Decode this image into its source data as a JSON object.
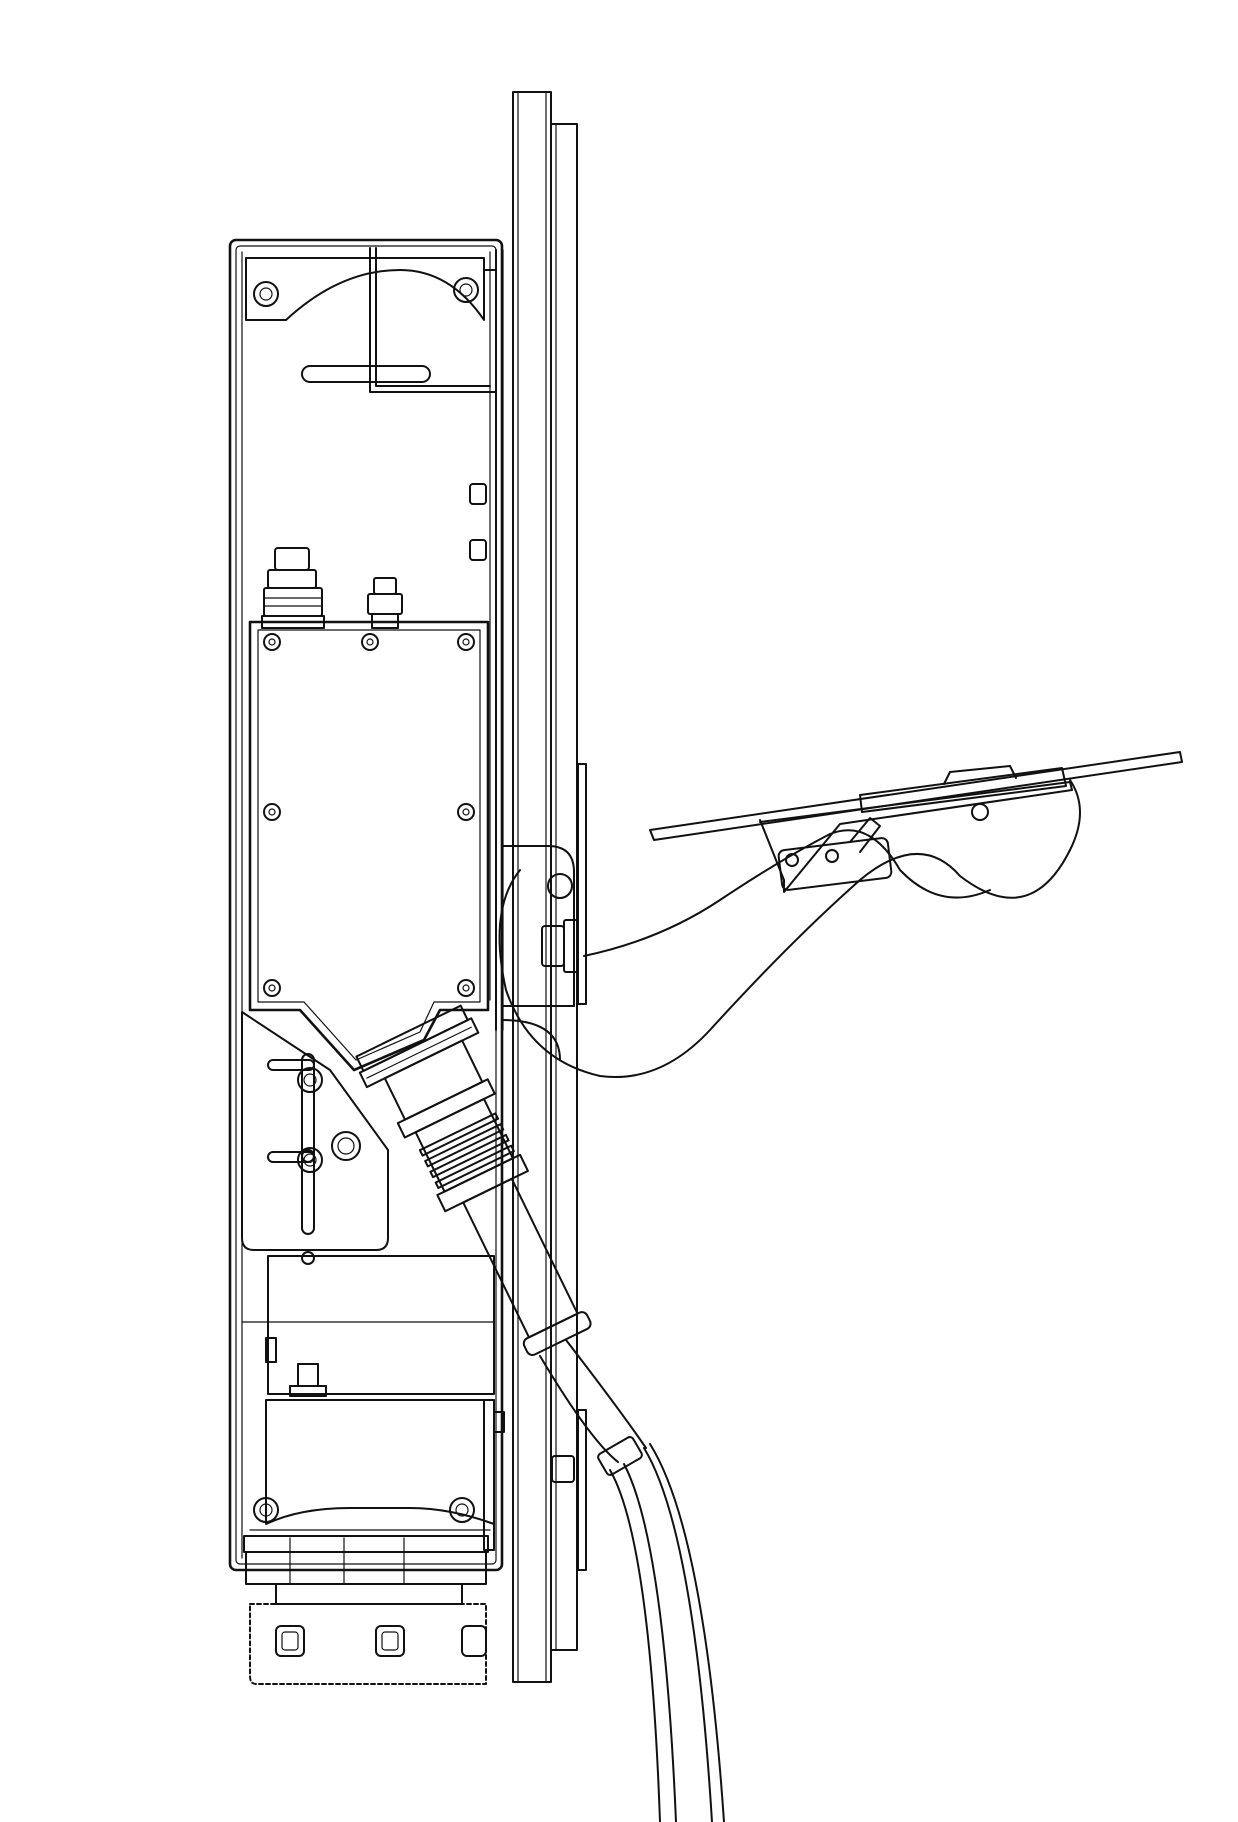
{
  "drawing": {
    "kind": "technical line drawing",
    "background_color": "#ffffff",
    "line_color": "#111111",
    "components": [
      "mounting-post",
      "enclosure-housing",
      "top-cover-plate",
      "inner-panel",
      "cable-gland",
      "hinge-bracket",
      "swing-arm",
      "tilted-tray",
      "cable-connector",
      "cable-hose",
      "bottom-fitting"
    ]
  }
}
